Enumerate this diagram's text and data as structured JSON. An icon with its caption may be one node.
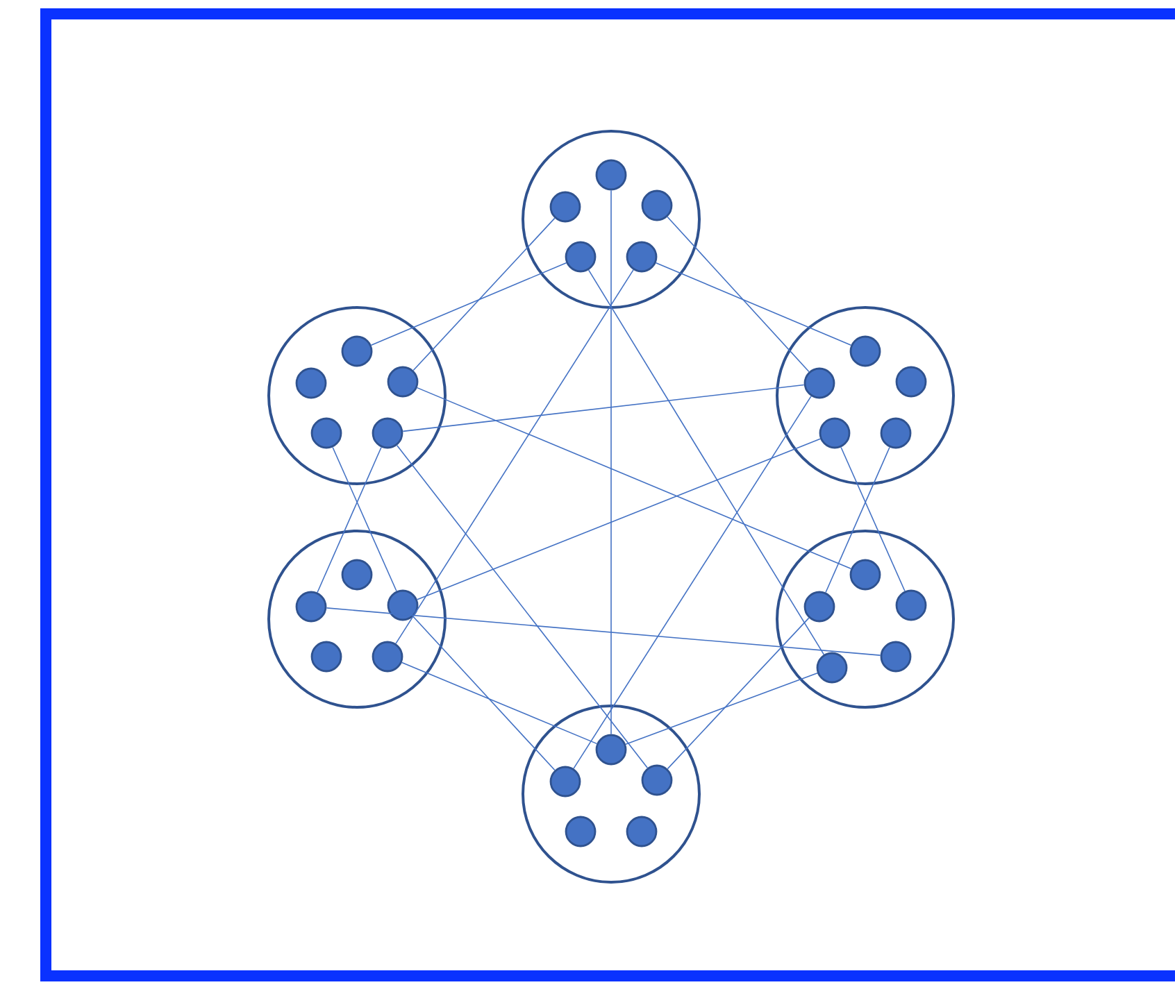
{
  "diagram": {
    "nodes": [
      {
        "text": [],
        "shape": "circle"
      },
      {
        "text": [],
        "shape": "circle",
        "in": 0
      },
      {
        "text": [],
        "shape": "circle",
        "in": 0
      },
      {
        "text": [],
        "shape": "circle",
        "in": 0
      },
      {
        "text": [],
        "shape": "circle",
        "in": 0
      },
      {
        "text": [],
        "shape": "circle",
        "in": 0
      },
      {
        "text": [],
        "shape": "circle"
      },
      {
        "text": [],
        "shape": "circle",
        "in": 6
      },
      {
        "text": [],
        "shape": "circle",
        "in": 6
      },
      {
        "text": [],
        "shape": "circle",
        "in": 6
      },
      {
        "text": [],
        "shape": "circle",
        "in": 6
      },
      {
        "text": [],
        "shape": "circle",
        "in": 6
      },
      {
        "text": [],
        "shape": "circle"
      },
      {
        "text": [],
        "shape": "circle",
        "in": 12
      },
      {
        "text": [],
        "shape": "circle",
        "in": 12
      },
      {
        "text": [],
        "shape": "circle",
        "in": 12
      },
      {
        "text": [],
        "shape": "circle",
        "in": 12
      },
      {
        "text": [],
        "shape": "circle",
        "in": 12
      },
      {
        "text": [],
        "shape": "circle"
      },
      {
        "text": [],
        "shape": "circle",
        "in": 18
      },
      {
        "text": [],
        "shape": "circle",
        "in": 18
      },
      {
        "text": [],
        "shape": "circle",
        "in": 18
      },
      {
        "text": [],
        "shape": "circle",
        "in": 18
      },
      {
        "text": [],
        "shape": "circle",
        "in": 18
      },
      {
        "text": [],
        "shape": "circle"
      },
      {
        "text": [],
        "shape": "circle",
        "in": 24
      },
      {
        "text": [],
        "shape": "circle",
        "in": 24
      },
      {
        "text": [],
        "shape": "circle",
        "in": 24
      },
      {
        "text": [],
        "shape": "circle",
        "in": 24
      },
      {
        "text": [],
        "shape": "circle",
        "in": 24
      },
      {
        "text": [],
        "shape": "circle"
      },
      {
        "text": [],
        "shape": "circle",
        "in": 30
      },
      {
        "text": [],
        "shape": "circle",
        "in": 30
      },
      {
        "text": [],
        "shape": "circle",
        "in": 30
      },
      {
        "text": [],
        "shape": "circle",
        "in": 30
      },
      {
        "text": [],
        "shape": "circle",
        "in": 30
      }
    ],
    "edges": [
      {
        "from": 2,
        "to": 9,
        "arrow": "none"
      },
      {
        "from": 4,
        "to": 7,
        "arrow": "none"
      },
      {
        "from": 1,
        "to": 31,
        "arrow": "none"
      },
      {
        "from": 4,
        "to": 28,
        "arrow": "none"
      },
      {
        "from": 5,
        "to": 23,
        "arrow": "none"
      },
      {
        "from": 3,
        "to": 14,
        "arrow": "none"
      },
      {
        "from": 5,
        "to": 13,
        "arrow": "none"
      },
      {
        "from": 9,
        "to": 25,
        "arrow": "none"
      },
      {
        "from": 11,
        "to": 14,
        "arrow": "none"
      },
      {
        "from": 10,
        "to": 21,
        "arrow": "none"
      },
      {
        "from": 11,
        "to": 20,
        "arrow": "none"
      },
      {
        "from": 11,
        "to": 33,
        "arrow": "none"
      },
      {
        "from": 16,
        "to": 21,
        "arrow": "none"
      },
      {
        "from": 20,
        "to": 29,
        "arrow": "none"
      },
      {
        "from": 23,
        "to": 31,
        "arrow": "none"
      },
      {
        "from": 21,
        "to": 32,
        "arrow": "none"
      },
      {
        "from": 31,
        "to": 28,
        "arrow": "none"
      },
      {
        "from": 33,
        "to": 26,
        "arrow": "none"
      },
      {
        "from": 32,
        "to": 14,
        "arrow": "none"
      },
      {
        "from": 16,
        "to": 27,
        "arrow": "none"
      },
      {
        "from": 17,
        "to": 26,
        "arrow": "none"
      }
    ]
  }
}
